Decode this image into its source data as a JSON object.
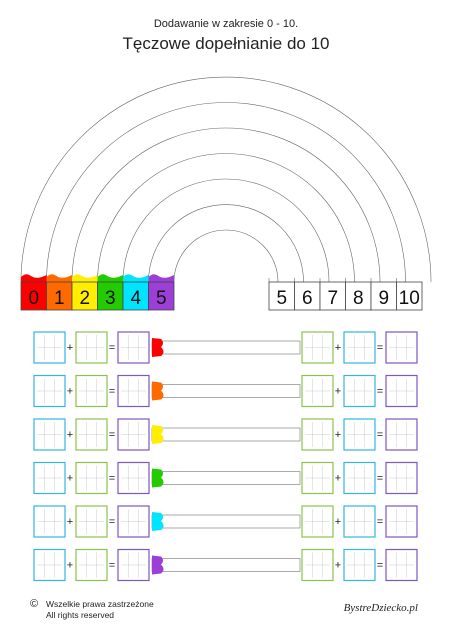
{
  "header": {
    "subtitle": "Dodawanie w zakresie 0 - 10.",
    "title": "Tęczowe dopełnianie do 10"
  },
  "rainbow": {
    "left_numbers": [
      "0",
      "1",
      "2",
      "3",
      "4",
      "5"
    ],
    "right_numbers": [
      "5",
      "6",
      "7",
      "8",
      "9",
      "10"
    ],
    "colors": [
      "#ff0000",
      "#ff6a00",
      "#ffee00",
      "#22cc00",
      "#00e5ff",
      "#9b3fd6"
    ]
  },
  "equations": {
    "plus_sign": "+",
    "equals_sign": "=",
    "rows": 6,
    "box_colors": {
      "first": "#33b5e5",
      "second": "#8bc34a",
      "result": "#7e57c2"
    }
  },
  "footer": {
    "copyright_symbol": "©",
    "rights_pl": "Wszelkie prawa zastrzeżone",
    "rights_en": "All rights reserved",
    "brand": "BystreDziecko.pl"
  }
}
